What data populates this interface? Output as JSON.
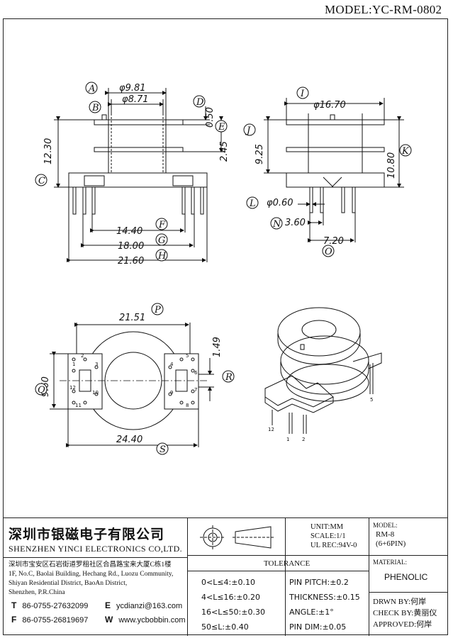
{
  "model_title": "MODEL:YC-RM-0802",
  "front_view": {
    "dims": {
      "A": "φ9.81",
      "B": "φ8.71",
      "D": "0.50",
      "E": "2.45",
      "C": "12.30",
      "F": "14.40",
      "G": "18.00",
      "H": "21.60"
    },
    "labels": [
      "A",
      "B",
      "C",
      "D",
      "E",
      "F",
      "G",
      "H"
    ]
  },
  "side_view": {
    "dims": {
      "I": "φ16.70",
      "J": "9.25",
      "K": "10.80",
      "L": "φ0.60",
      "N": "3.60",
      "O": "7.20"
    },
    "labels": [
      "I",
      "J",
      "K",
      "L",
      "N",
      "O"
    ]
  },
  "bottom_view": {
    "dims": {
      "P": "21.51",
      "Q": "9.60",
      "R": "1.49",
      "S": "24.40"
    },
    "labels": [
      "P",
      "Q",
      "R",
      "S"
    ],
    "pin_numbers": [
      "1",
      "2",
      "3",
      "4",
      "5",
      "6",
      "7",
      "8",
      "9",
      "10",
      "11",
      "12"
    ]
  },
  "iso_view": {
    "pin_numbers": [
      "12",
      "1",
      "2",
      "5"
    ]
  },
  "title_block": {
    "company_cn": "深圳市银磁电子有限公司",
    "company_en": "SHENZHEN YINCI ELECTRONICS CO,LTD.",
    "address_cn": "深圳市宝安区石岩街道罗租社区合昌路宝来大厦C栋1楼",
    "address_en": [
      "1F, No.C, Baolai Building, Hechang Rd., Luozu Community,",
      "Shiyan Residential District, BaoAn District,",
      "Shenzhen, P.R.China"
    ],
    "tel_label": "T",
    "tel": "86-0755-27632099",
    "fax_label": "F",
    "fax": "86-0755-26819697",
    "email_label": "E",
    "email": "ycdianzi@163.com",
    "web_label": "W",
    "web": "www.ycbobbin.com",
    "unit": "UNIT:MM",
    "scale": "SCALE:1/1",
    "ul_rec": "UL REC:94V-0",
    "model_label": "MODEL:",
    "model_value_1": "RM-8",
    "model_value_2": "(6+6PIN)",
    "material_label": "MATERIAL:",
    "material_value": "PHENOLIC",
    "tolerance_title": "TOLERANCE",
    "tolerance_rows": [
      "0<L≤4:±0.10",
      "4<L≤16:±0.20",
      "16<L≤50:±0.30",
      "50≤L:±0.40"
    ],
    "pin_tolerances": [
      "PIN PITCH:±0.2",
      "THICKNESS:±0.15",
      "ANGLE:±1°",
      "PIN DIM:±0.05"
    ],
    "drawn_by": "DRWN BY:何岸",
    "check_by": "CHECK BY:黄丽仪",
    "approved": "APPROVED:何岸"
  }
}
